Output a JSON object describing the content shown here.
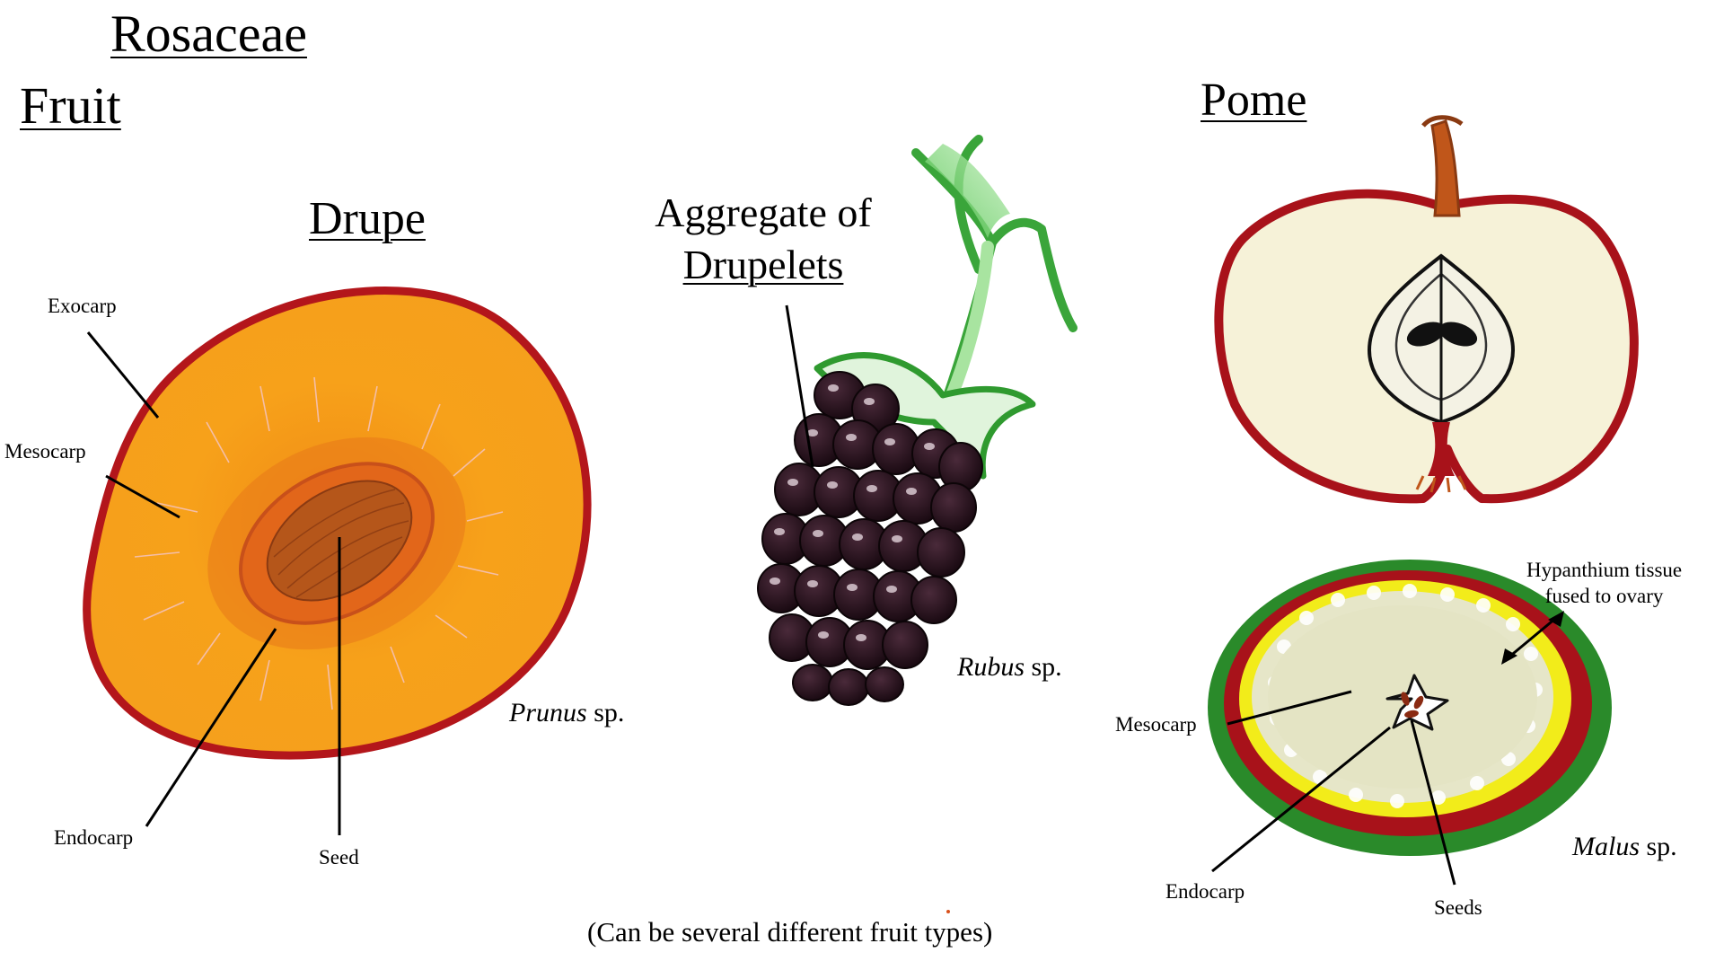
{
  "page": {
    "family": "Rosaceae",
    "heading": "Fruit",
    "footnote": "(Can be several different fruit types)"
  },
  "drupe": {
    "title": "Drupe",
    "species_genus": "Prunus",
    "species_suffix": " sp.",
    "labels": {
      "exocarp": "Exocarp",
      "mesocarp": "Mesocarp",
      "endocarp": "Endocarp",
      "seed": "Seed"
    },
    "colors": {
      "skin": "#b3161b",
      "flesh": "#f7a11a",
      "pit": "#e2661a",
      "seed": "#b5561a"
    }
  },
  "aggregate": {
    "title_line1": "Aggregate of",
    "title_line2": "Drupelets",
    "species_genus": "Rubus",
    "species_suffix": " sp.",
    "colors": {
      "drupelet": "#2a1420",
      "leaf": "#3aa53a",
      "leaf_light": "#a8e4a0"
    }
  },
  "pome": {
    "title": "Pome",
    "species_genus": "Malus",
    "species_suffix": " sp.",
    "labels": {
      "hypanthium_line1": "Hypanthium tissue",
      "hypanthium_line2": "fused to ovary",
      "mesocarp": "Mesocarp",
      "endocarp": "Endocarp",
      "seeds": "Seeds"
    },
    "colors": {
      "skin": "#a8121a",
      "flesh": "#f6f2d8",
      "outer_ring": "#2a8a2a",
      "ovary_ring": "#f2ec1a"
    }
  }
}
